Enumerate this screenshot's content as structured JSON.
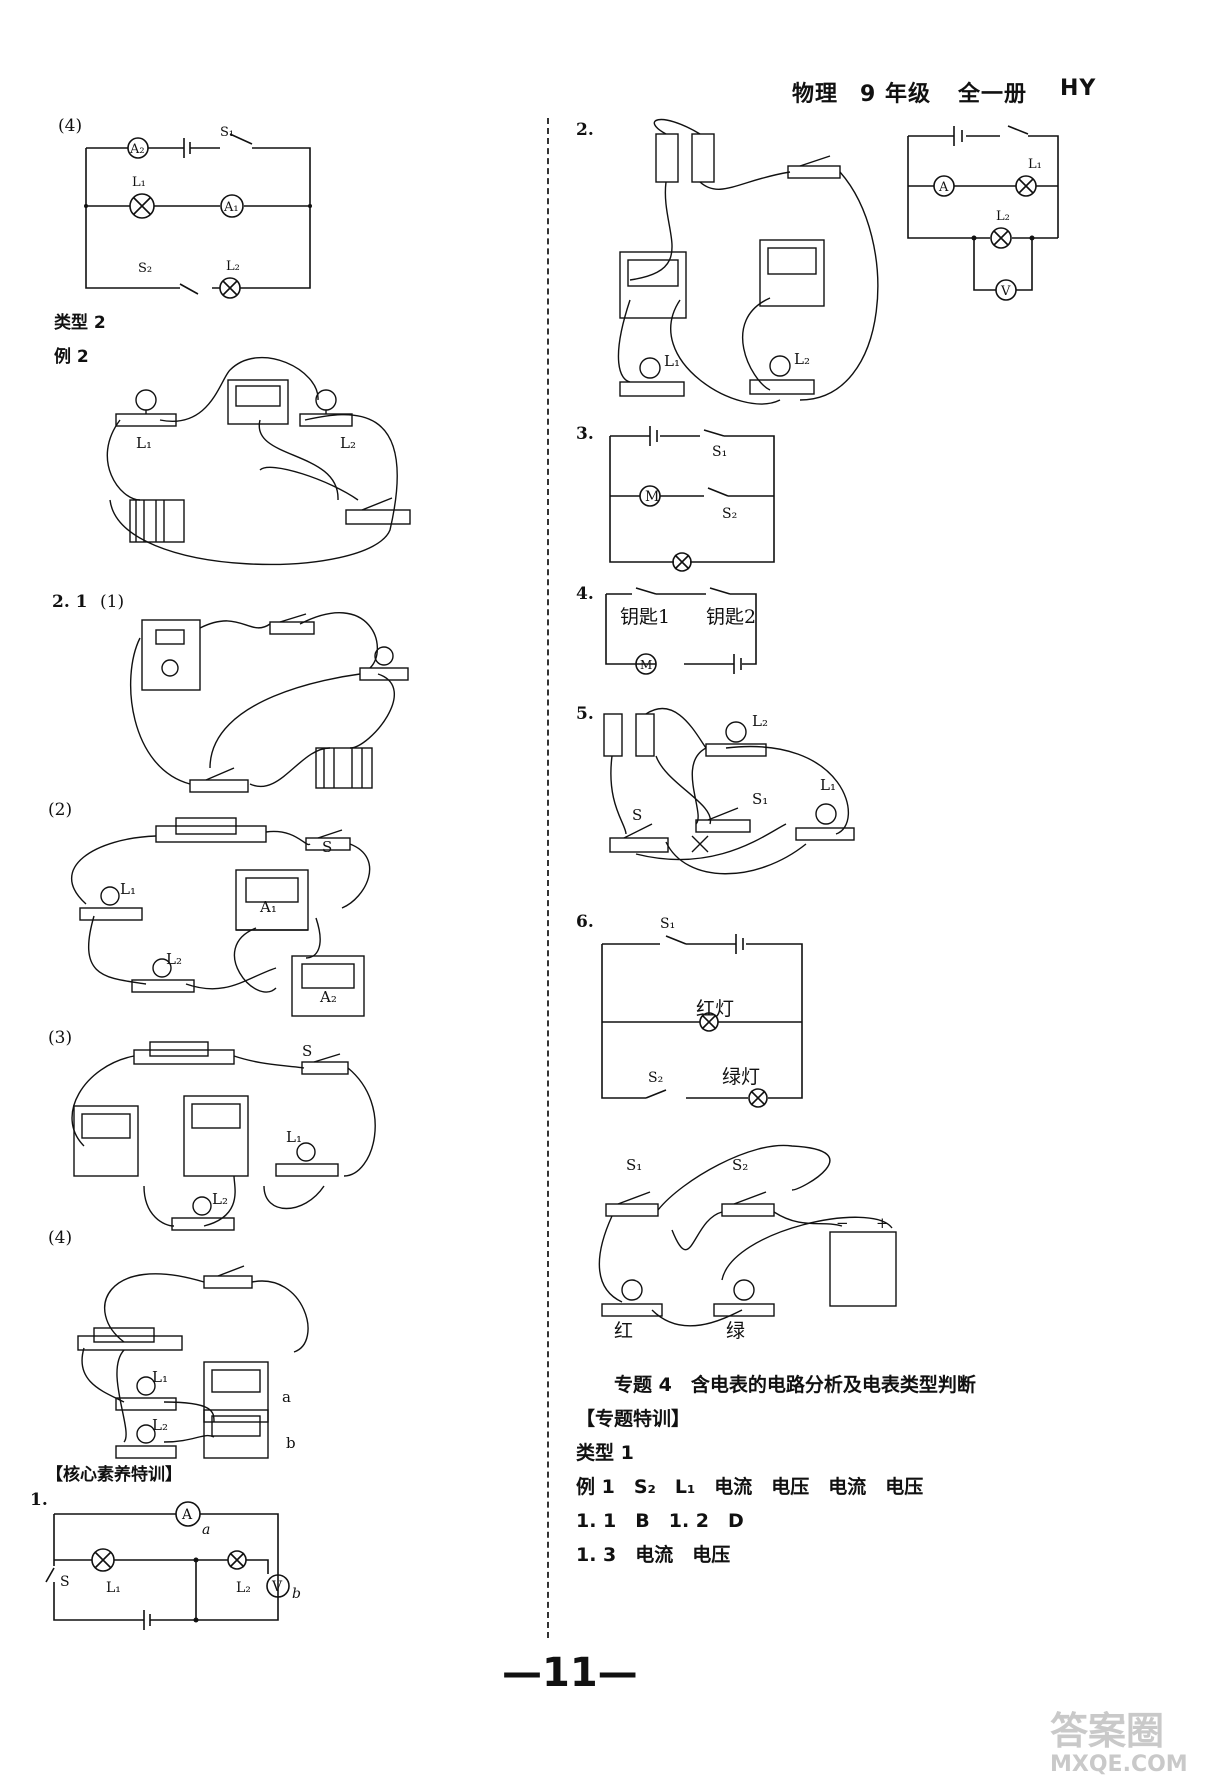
{
  "header": {
    "subject": "物理",
    "grade": "9 年级",
    "volume": "全一册",
    "edition": "HY"
  },
  "left": {
    "q4_label": "(4)",
    "type2": "类型 2",
    "ex2": "例 2",
    "q21": "2. 1",
    "q21_sub1": "(1)",
    "q21_sub2": "(2)",
    "q21_sub3": "(3)",
    "q21_sub4": "(4)",
    "section_core": "【核心素养特训】",
    "q1": "1."
  },
  "right": {
    "q2": "2.",
    "q3": "3.",
    "q4": "4.",
    "q4_key1": "钥匙1",
    "q4_key2": "钥匙2",
    "q5": "5.",
    "q6": "6.",
    "q6_red": "红灯",
    "q6_green": "绿灯",
    "q6_red_short": "红",
    "q6_green_short": "绿",
    "topic4": "专题 4　含电表的电路分析及电表类型判断",
    "special": "【专题特训】",
    "type1": "类型 1",
    "ex1": "例 1　S₂　L₁　电流　电压　电流　电压",
    "a11": "1. 1　B　1. 2　D",
    "a13": "1. 3　电流　电压"
  },
  "page_number": "—11—",
  "watermark": {
    "line1": "答案圈",
    "line2": "MXQE.COM"
  }
}
